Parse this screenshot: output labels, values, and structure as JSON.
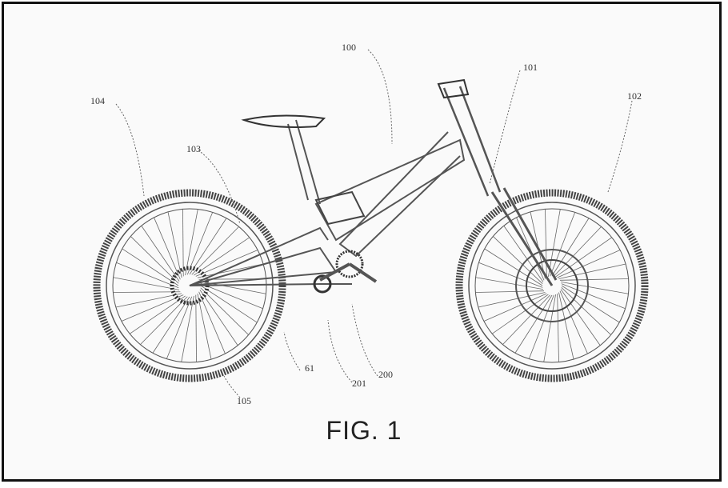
{
  "figure": {
    "caption": "FIG. 1",
    "labels": {
      "frame": "100",
      "fork": "101",
      "front_wheel": "102",
      "rear_suspension": "103",
      "rear_wheel": "104",
      "rear_tire": "105",
      "chainstay": "61",
      "drive_pulley": "201",
      "drive_unit": "200"
    }
  }
}
